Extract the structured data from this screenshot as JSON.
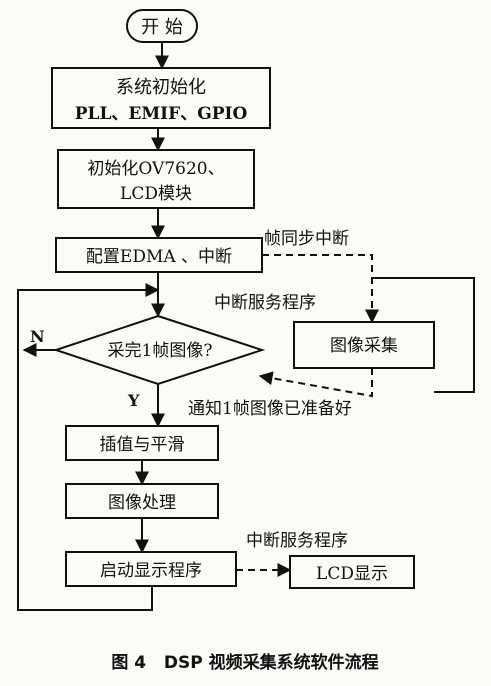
{
  "flowchart": {
    "start": "开 始",
    "step_init_line1": "系统初始化",
    "step_init_line2": "PLL、EMIF、GPIO",
    "step_ov_line1": "初始化OV7620、",
    "step_ov_line2": "LCD模块",
    "step_config": "配置EDMA 、中断",
    "decision": "采完1帧图像?",
    "step_interp": "插值与平滑",
    "step_process": "图像处理",
    "step_display": "启动显示程序",
    "isr_capture": "图像采集",
    "isr_lcd": "LCD显示",
    "label_frame_sync": "帧同步中断",
    "label_isr_top": "中断服务程序",
    "label_isr_bottom": "中断服务程序",
    "label_notify": "通知1帧图像已准备好",
    "label_no": "N",
    "label_yes": "Y"
  },
  "caption": "图 4   DSP 视频采集系统软件流程"
}
